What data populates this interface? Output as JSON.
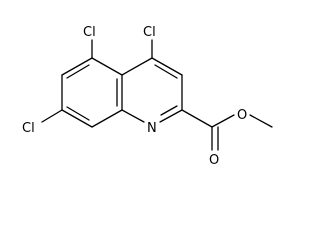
{
  "molecule": {
    "atoms": {
      "cl_top_left": "Cl",
      "cl_top_right": "Cl",
      "cl_left": "Cl",
      "nitrogen": "N",
      "carbonyl_oxygen": "O",
      "ester_oxygen": "O"
    }
  }
}
